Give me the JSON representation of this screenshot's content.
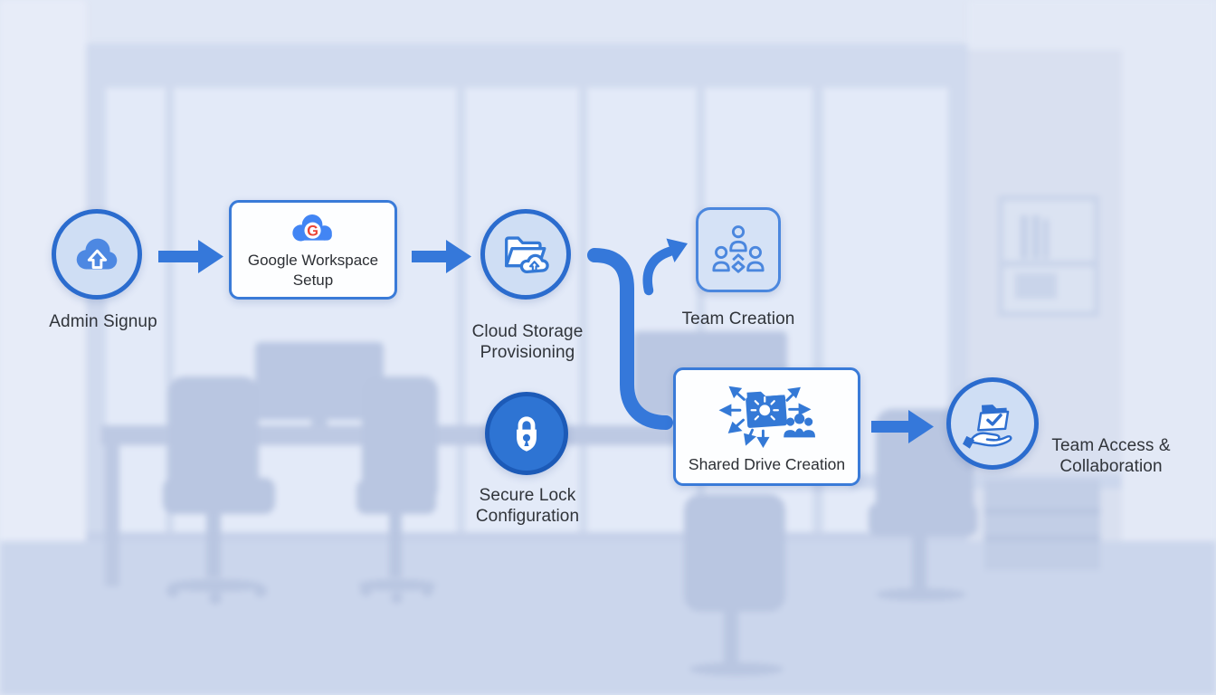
{
  "diagram": {
    "nodes": [
      {
        "id": "admin-signup",
        "label": "Admin Signup",
        "icon": "cloud-upload-icon",
        "shape": "circle"
      },
      {
        "id": "google-workspace-setup",
        "label": "Google Workspace Setup",
        "icon": "google-cloud-icon",
        "shape": "card"
      },
      {
        "id": "cloud-storage-provisioning",
        "label": "Cloud Storage Provisioning",
        "icon": "folder-upload-icon",
        "shape": "circle"
      },
      {
        "id": "team-creation",
        "label": "Team Creation",
        "icon": "team-icon",
        "shape": "rounded-square"
      },
      {
        "id": "secure-lock-configuration",
        "label": "Secure Lock Configuration",
        "icon": "lock-icon",
        "shape": "filled-circle"
      },
      {
        "id": "shared-drive-creation",
        "label": "Shared Drive Creation",
        "icon": "shared-drive-icon",
        "shape": "card"
      },
      {
        "id": "team-access-collaboration",
        "label": "Team Access & Collaboration",
        "icon": "hand-folder-icon",
        "shape": "circle"
      }
    ],
    "google_letter": "G",
    "colors": {
      "accent": "#3578da",
      "accent_dark": "#1c5ab7",
      "circle_fill": "#cfdef4",
      "lock_circle_fill": "#2e74d3",
      "card_bg": "#ffffff",
      "label_text": "#30343a",
      "google_g": "#ea4335"
    }
  }
}
